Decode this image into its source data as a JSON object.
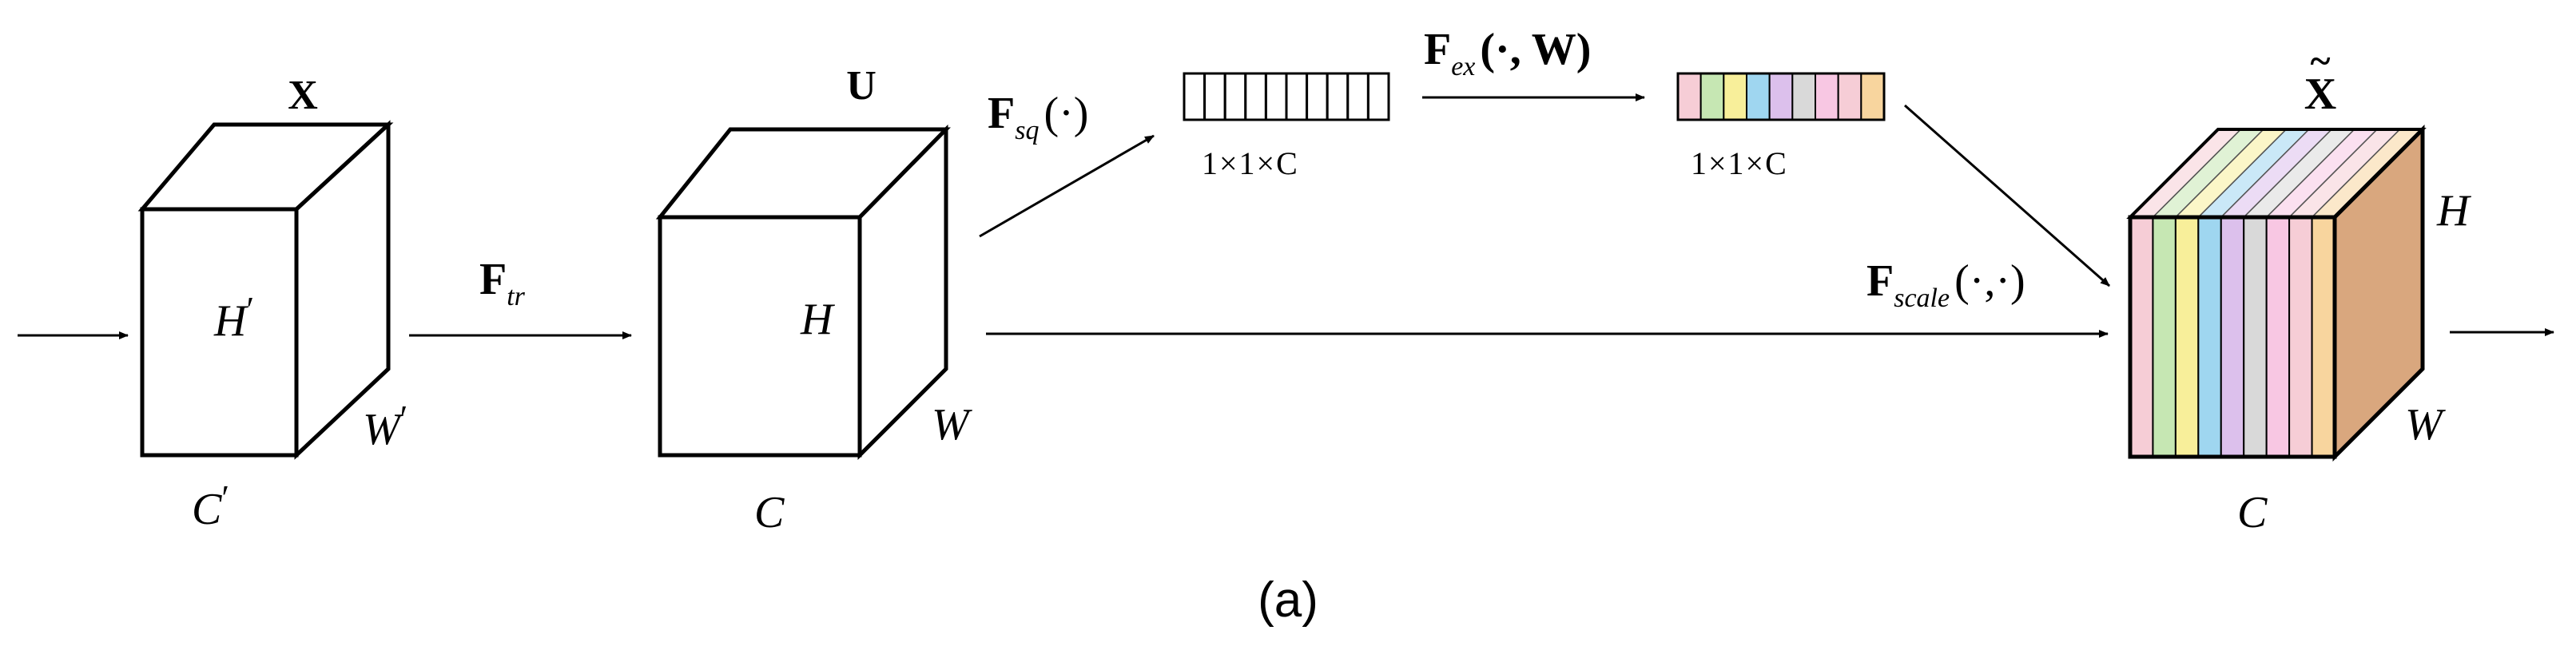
{
  "input_tensor": {
    "name": "X",
    "height": "H",
    "width": "W",
    "channels": "C",
    "prime": "′"
  },
  "transform": {
    "symbol": "F",
    "subscript": "tr"
  },
  "feature_map": {
    "name": "U",
    "height": "H",
    "width": "W",
    "channels": "C"
  },
  "squeeze": {
    "symbol": "F",
    "subscript": "sq",
    "args": "(·)",
    "vector_label": "1×1×C",
    "cells": 10
  },
  "excitation": {
    "symbol": "F",
    "subscript": "ex",
    "args": "(·, W)",
    "vector_label": "1×1×C",
    "cells": [
      "#f6cdd6",
      "#c6e7b3",
      "#f8ef9a",
      "#9fd6f0",
      "#dcc0ec",
      "#d9d9d9",
      "#f8c7e3",
      "#f6cdd6",
      "#f8d59e"
    ]
  },
  "scale": {
    "symbol": "F",
    "subscript": "scale",
    "args": "(·,·)"
  },
  "output_tensor": {
    "name": "X",
    "tilde": "~",
    "height": "H",
    "width": "W",
    "channels": "C",
    "side_color": "#d9a77e",
    "slices": [
      "#f6cdd6",
      "#c6e7b3",
      "#f8ef9a",
      "#9fd6f0",
      "#dcc0ec",
      "#d9d9d9",
      "#f8c7e3",
      "#f6cdd6",
      "#f8d59e"
    ]
  },
  "caption": "(a)"
}
